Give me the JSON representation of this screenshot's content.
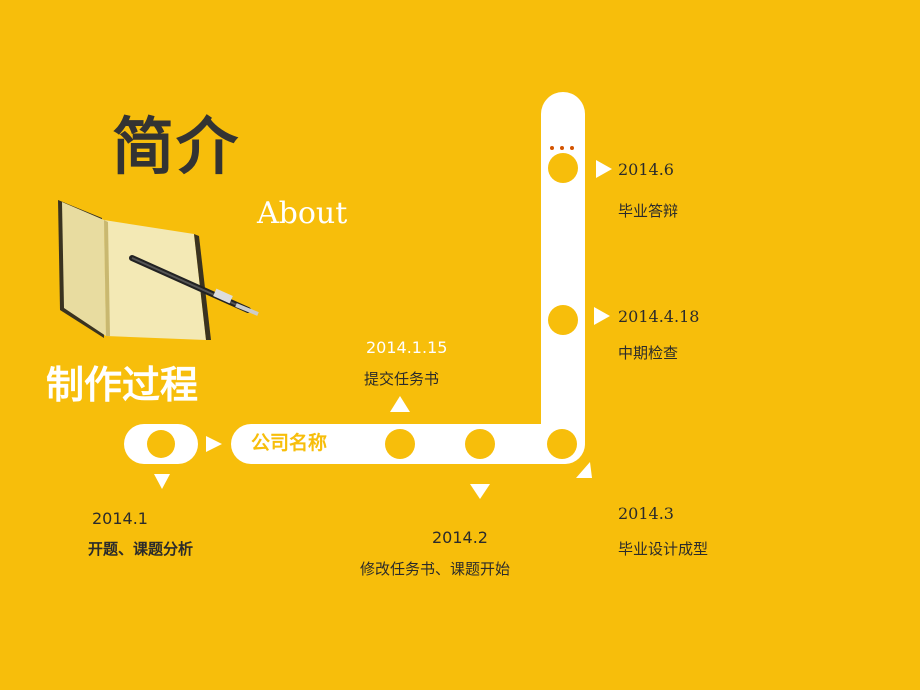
{
  "header": {
    "title": "简介",
    "subtitle": "About",
    "section": "制作过程"
  },
  "timeline": {
    "company_label": "公司名称",
    "milestones": [
      {
        "date": "2014.1",
        "desc": "开题、课题分析"
      },
      {
        "date": "2014.1.15",
        "desc": "提交任务书"
      },
      {
        "date": "2014.2",
        "desc": "修改任务书、课题开始"
      },
      {
        "date": "2014.3",
        "desc": "毕业设计成型"
      },
      {
        "date": "2014.4.18",
        "desc": "中期检查"
      },
      {
        "date": "2014.6",
        "desc": "毕业答辩"
      }
    ]
  },
  "colors": {
    "background": "#f7be0b",
    "track": "#ffffff",
    "title": "#333333",
    "dots": "#d35400"
  },
  "icons": {
    "notebook": "notebook-with-pen-icon"
  }
}
